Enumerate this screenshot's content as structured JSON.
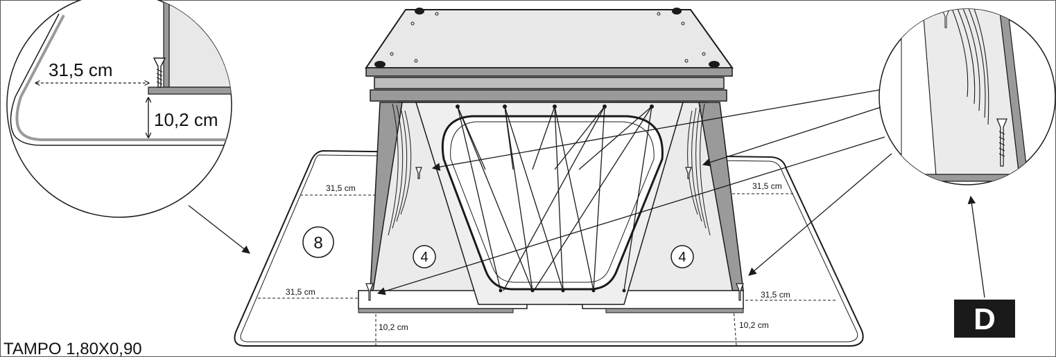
{
  "title": "TAMPO 1,80X0,90",
  "detail_badge": "D",
  "part_numbers": {
    "tabletop": "8",
    "left_panel": "4",
    "right_panel": "4"
  },
  "zoom_left": {
    "width_label": "31,5 cm",
    "height_label": "10,2 cm"
  },
  "labels": {
    "top_left": "31,5 cm",
    "top_right": "31,5 cm",
    "bottom_left": "31,5 cm",
    "bottom_right": "31,5 cm",
    "depth_left": "10,2 cm",
    "depth_right": "10,2 cm"
  },
  "colors": {
    "panel": "#e8e8e8",
    "edge": "#9a9a9a",
    "line": "#1a1a1a",
    "badge": "#1a1a1a"
  }
}
